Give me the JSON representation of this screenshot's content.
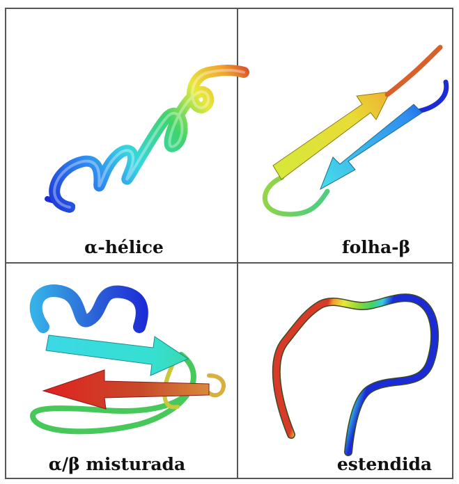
{
  "panels": [
    {
      "label": "α-hélice",
      "structure": "alpha-helix"
    },
    {
      "label": "folha-β",
      "structure": "beta-sheet"
    },
    {
      "label": "α/β misturada",
      "structure": "mixed-alpha-beta"
    },
    {
      "label": "estendida",
      "structure": "extended-coil"
    }
  ],
  "colors": {
    "border": "#555555",
    "background": "#ffffff",
    "rainbow": [
      "#1b2bd6",
      "#2f8df0",
      "#36d6e0",
      "#3fd46a",
      "#8ad63a",
      "#e8e83a",
      "#f0a530",
      "#e05a28",
      "#cc2a2a"
    ]
  }
}
